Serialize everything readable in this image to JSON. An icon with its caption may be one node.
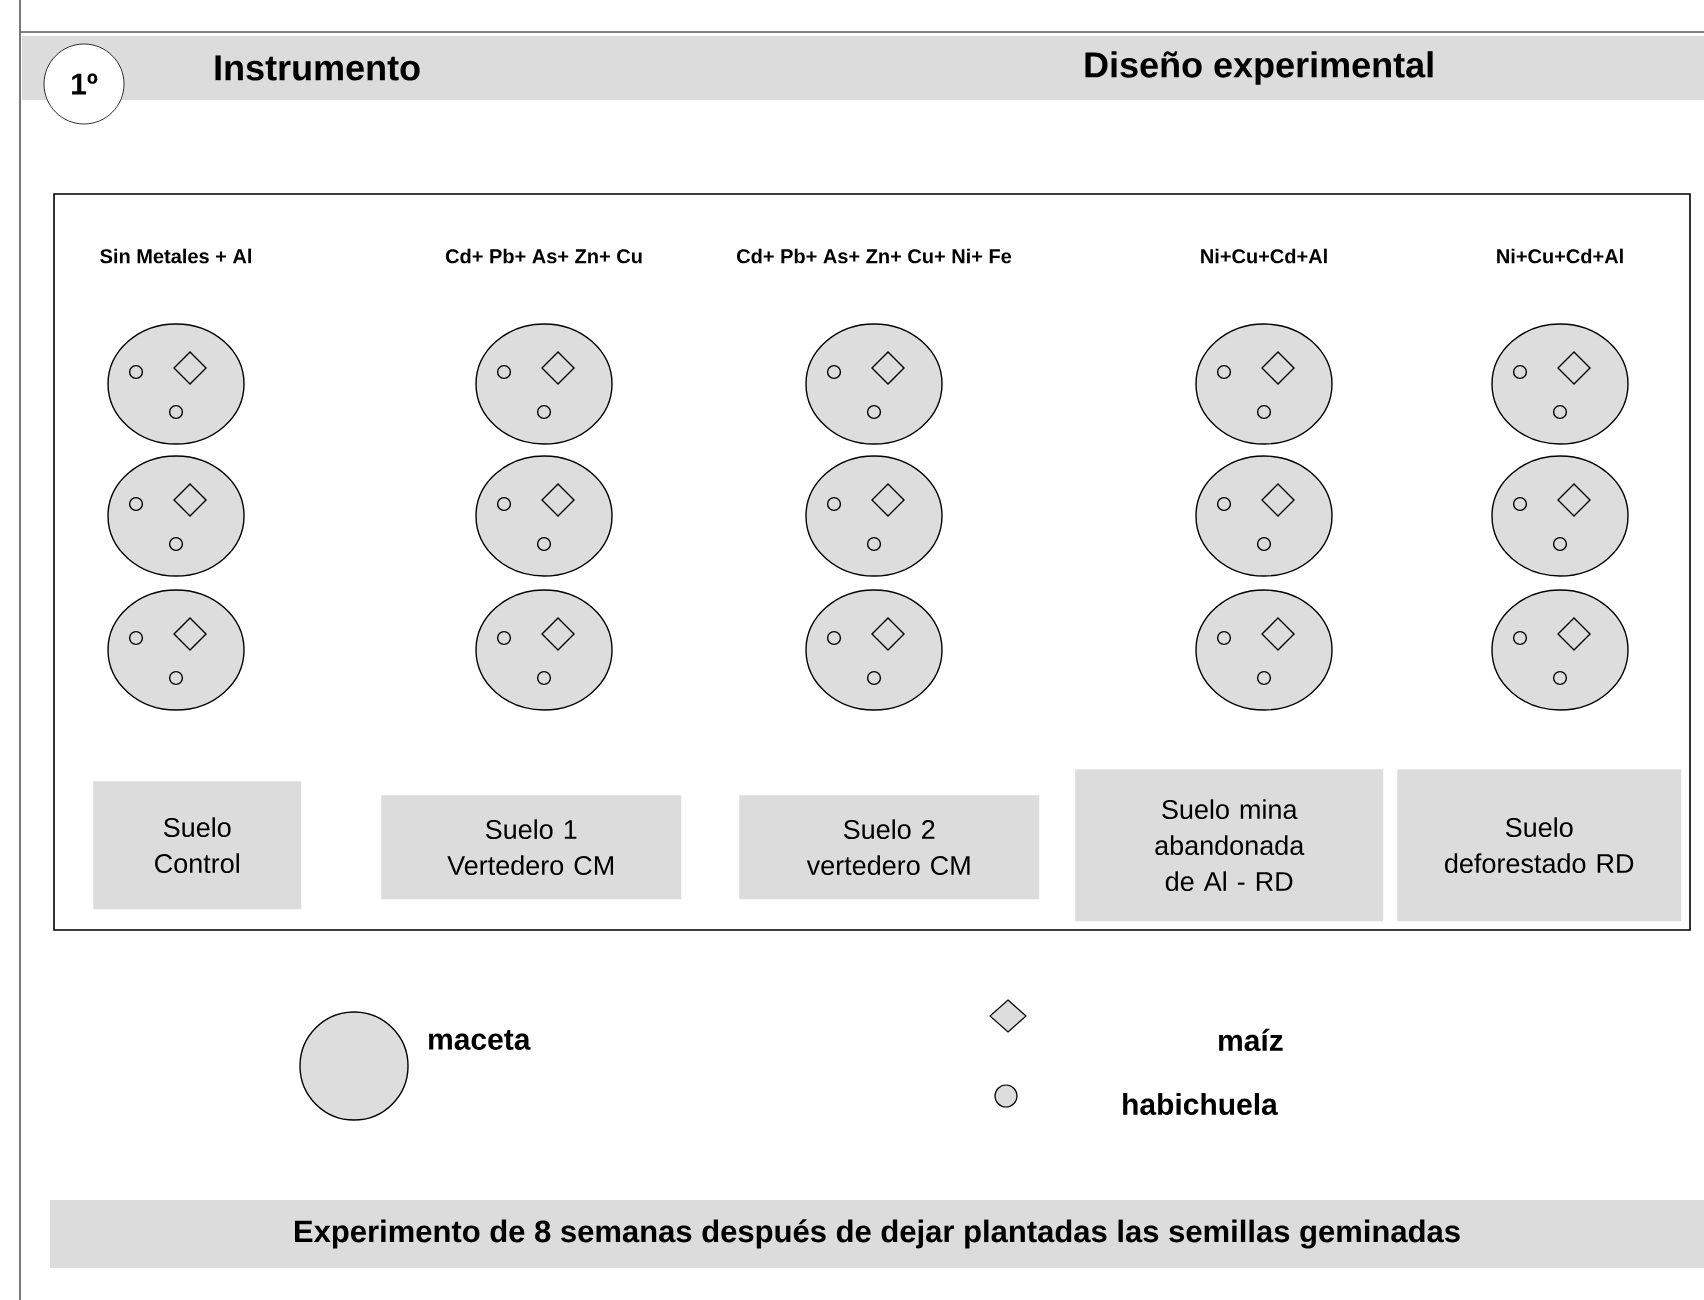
{
  "diagram": {
    "nodes": [
      {
        "text": [
          "Instrumento",
          "Diseño experimental"
        ]
      },
      {
        "text": [
          "1º"
        ]
      },
      {
        "text": [],
        "shape": "box"
      },
      {
        "text": [
          "Suelo Control"
        ],
        "in": 2
      },
      {
        "text": [
          "Suelo 1 Vertedero CM"
        ],
        "in": 2
      },
      {
        "text": [
          "Suelo 2 vertedero CM"
        ],
        "in": 2
      },
      {
        "text": [
          "Suelo mina abandonada de Al - RD"
        ],
        "in": 2
      },
      {
        "text": [
          "Suelo deforestado RD"
        ],
        "in": 2
      },
      {
        "text": [
          "Experimento de 8 semanas después de dejar plantadas las semillas geminadas"
        ]
      }
    ],
    "edges": [],
    "labels": [
      "Sin Metales + Al",
      "Cd+ Pb+ As+ Zn+ Cu",
      "Cd+ Pb+ As+ Zn+ Cu+ Ni+ Fe",
      "Ni+Cu+Cd+Al",
      "Ni+Cu+Cd+Al"
    ],
    "legend": [
      {
        "text": "maceta"
      },
      {
        "text": "maíz"
      },
      {
        "text": "habichuela"
      }
    ]
  }
}
